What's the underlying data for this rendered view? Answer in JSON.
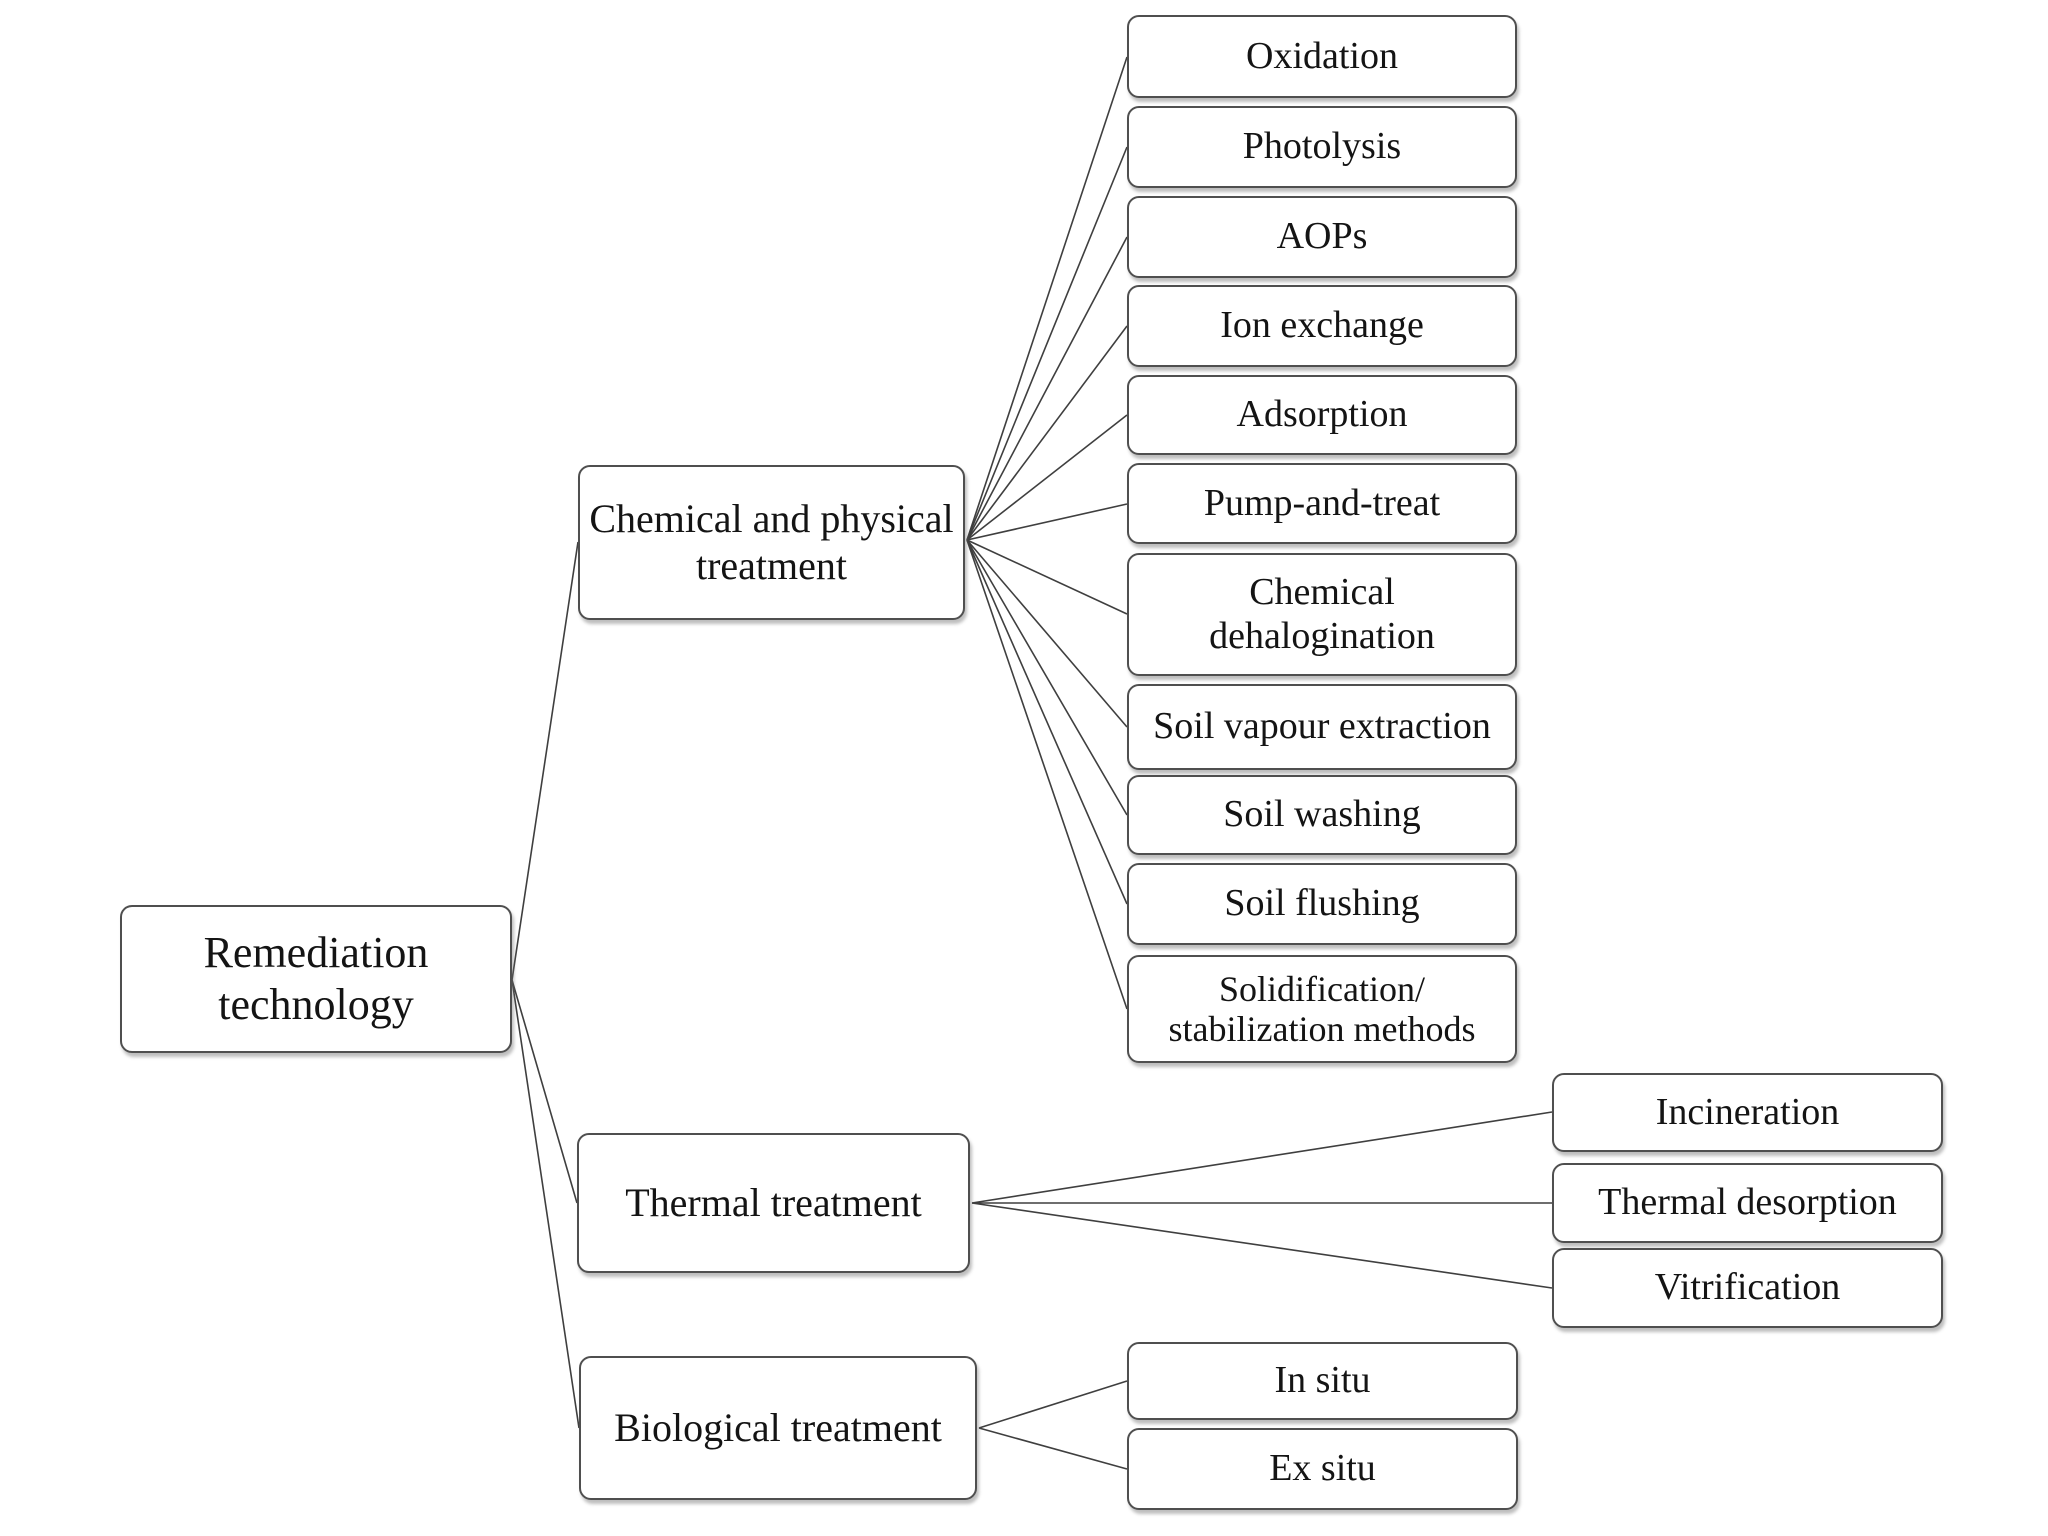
{
  "diagram": {
    "root": {
      "label": "Remediation technology"
    },
    "branches": [
      {
        "label": "Chemical and physical treatment",
        "children": [
          "Oxidation",
          "Photolysis",
          "AOPs",
          "Ion exchange",
          "Adsorption",
          "Pump-and-treat",
          "Chemical dehalogination",
          "Soil vapour extraction",
          "Soil washing",
          "Soil flushing",
          "Solidification/ stabilization methods"
        ]
      },
      {
        "label": "Thermal treatment",
        "children": [
          "Incineration",
          "Thermal desorption",
          "Vitrification"
        ]
      },
      {
        "label": "Biological treatment",
        "children": [
          "In situ",
          "Ex situ"
        ]
      }
    ],
    "colors": {
      "box_fill": "#ffffff",
      "box_border": "#4f4f4f",
      "connector": "#3f3f3f",
      "text": "#141414",
      "background": "#ffffff"
    }
  }
}
